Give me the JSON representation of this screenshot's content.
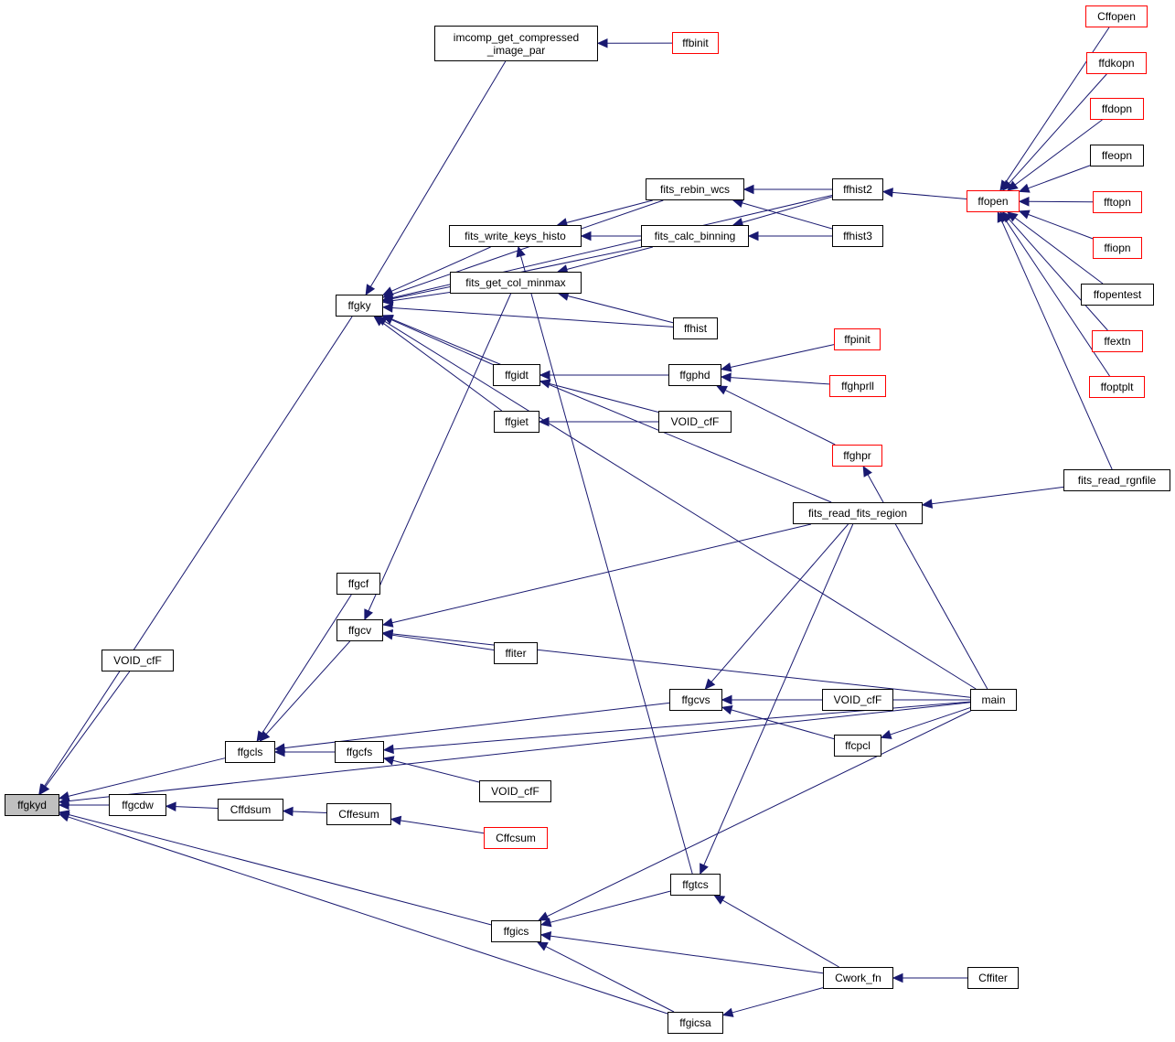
{
  "colors": {
    "edge": "#191970",
    "node_border": "#000000",
    "truncated_border": "#ff0000",
    "root_fill": "#bfbfbf",
    "background": "#ffffff"
  },
  "nodes": [
    {
      "id": "ffgkyd",
      "label": "ffgkyd",
      "style": "root"
    },
    {
      "id": "void_cf_1",
      "label": "VOID_cfF",
      "style": "normal"
    },
    {
      "id": "ffgky",
      "label": "ffgky",
      "style": "normal"
    },
    {
      "id": "ffgcdw",
      "label": "ffgcdw",
      "style": "normal"
    },
    {
      "id": "ffgcls",
      "label": "ffgcls",
      "style": "normal"
    },
    {
      "id": "imcomp",
      "label": "imcomp_get_compressed\n_image_par",
      "style": "normal"
    },
    {
      "id": "ffbinit",
      "label": "ffbinit",
      "style": "truncated"
    },
    {
      "id": "fits_rebin_wcs",
      "label": "fits_rebin_wcs",
      "style": "normal"
    },
    {
      "id": "fits_write_keys_histo",
      "label": "fits_write_keys_histo",
      "style": "normal"
    },
    {
      "id": "fits_calc_binning",
      "label": "fits_calc_binning",
      "style": "normal"
    },
    {
      "id": "fits_get_col_minmax",
      "label": "fits_get_col_minmax",
      "style": "normal"
    },
    {
      "id": "ffhist2",
      "label": "ffhist2",
      "style": "normal"
    },
    {
      "id": "ffhist3",
      "label": "ffhist3",
      "style": "normal"
    },
    {
      "id": "ffhist",
      "label": "ffhist",
      "style": "normal"
    },
    {
      "id": "ffopen",
      "label": "ffopen",
      "style": "truncated"
    },
    {
      "id": "Cffopen",
      "label": "Cffopen",
      "style": "truncated"
    },
    {
      "id": "ffdkopn",
      "label": "ffdkopn",
      "style": "truncated"
    },
    {
      "id": "ffdopn",
      "label": "ffdopn",
      "style": "truncated"
    },
    {
      "id": "ffeopn",
      "label": "ffeopn",
      "style": "normal"
    },
    {
      "id": "fftopn",
      "label": "fftopn",
      "style": "truncated"
    },
    {
      "id": "ffiopn",
      "label": "ffiopn",
      "style": "truncated"
    },
    {
      "id": "ffopentest",
      "label": "ffopentest",
      "style": "normal"
    },
    {
      "id": "ffextn",
      "label": "ffextn",
      "style": "truncated"
    },
    {
      "id": "ffoptplt",
      "label": "ffoptplt",
      "style": "truncated"
    },
    {
      "id": "fits_read_rgnfile",
      "label": "fits_read_rgnfile",
      "style": "normal"
    },
    {
      "id": "ffgidt",
      "label": "ffgidt",
      "style": "normal"
    },
    {
      "id": "ffgiet",
      "label": "ffgiet",
      "style": "normal"
    },
    {
      "id": "ffgphd",
      "label": "ffgphd",
      "style": "normal"
    },
    {
      "id": "void_cf_2",
      "label": "VOID_cfF",
      "style": "normal"
    },
    {
      "id": "ffpinit",
      "label": "ffpinit",
      "style": "truncated"
    },
    {
      "id": "ffghprll",
      "label": "ffghprll",
      "style": "truncated"
    },
    {
      "id": "ffghpr",
      "label": "ffghpr",
      "style": "truncated"
    },
    {
      "id": "fits_read_fits_region",
      "label": "fits_read_fits_region",
      "style": "normal"
    },
    {
      "id": "ffgcf",
      "label": "ffgcf",
      "style": "normal"
    },
    {
      "id": "ffgcv",
      "label": "ffgcv",
      "style": "normal"
    },
    {
      "id": "ffiter",
      "label": "ffiter",
      "style": "normal"
    },
    {
      "id": "ffgcvs",
      "label": "ffgcvs",
      "style": "normal"
    },
    {
      "id": "void_cf_3",
      "label": "VOID_cfF",
      "style": "normal"
    },
    {
      "id": "ffcpcl",
      "label": "ffcpcl",
      "style": "normal"
    },
    {
      "id": "main",
      "label": "main",
      "style": "normal"
    },
    {
      "id": "ffgcfs",
      "label": "ffgcfs",
      "style": "normal"
    },
    {
      "id": "void_cf_4",
      "label": "VOID_cfF",
      "style": "normal"
    },
    {
      "id": "Cffdsum",
      "label": "Cffdsum",
      "style": "normal"
    },
    {
      "id": "Cffesum",
      "label": "Cffesum",
      "style": "normal"
    },
    {
      "id": "Cffcsum",
      "label": "Cffcsum",
      "style": "truncated"
    },
    {
      "id": "ffgtcs",
      "label": "ffgtcs",
      "style": "normal"
    },
    {
      "id": "ffgics",
      "label": "ffgics",
      "style": "normal"
    },
    {
      "id": "ffgicsa",
      "label": "ffgicsa",
      "style": "normal"
    },
    {
      "id": "Cwork_fn",
      "label": "Cwork_fn",
      "style": "normal"
    },
    {
      "id": "Cffiter",
      "label": "Cffiter",
      "style": "normal"
    }
  ],
  "edges": [
    [
      "void_cf_1",
      "ffgkyd"
    ],
    [
      "ffgky",
      "ffgkyd"
    ],
    [
      "ffgcdw",
      "ffgkyd"
    ],
    [
      "ffgcls",
      "ffgkyd"
    ],
    [
      "main",
      "ffgkyd"
    ],
    [
      "ffgics",
      "ffgkyd"
    ],
    [
      "ffgicsa",
      "ffgkyd"
    ],
    [
      "imcomp",
      "ffgky"
    ],
    [
      "ffhist2",
      "ffgky"
    ],
    [
      "fits_rebin_wcs",
      "ffgky"
    ],
    [
      "fits_calc_binning",
      "ffgky"
    ],
    [
      "fits_write_keys_histo",
      "ffgky"
    ],
    [
      "fits_get_col_minmax",
      "ffgky"
    ],
    [
      "ffhist",
      "ffgky"
    ],
    [
      "ffgidt",
      "ffgky"
    ],
    [
      "ffgiet",
      "ffgky"
    ],
    [
      "fits_read_fits_region",
      "ffgky"
    ],
    [
      "main",
      "ffgky"
    ],
    [
      "ffbinit",
      "imcomp"
    ],
    [
      "ffhist2",
      "fits_rebin_wcs"
    ],
    [
      "ffhist3",
      "fits_rebin_wcs"
    ],
    [
      "ffhist2",
      "fits_calc_binning"
    ],
    [
      "ffhist3",
      "fits_calc_binning"
    ],
    [
      "fits_rebin_wcs",
      "fits_write_keys_histo"
    ],
    [
      "ffhist3",
      "fits_write_keys_histo"
    ],
    [
      "ffgtcs",
      "fits_write_keys_histo"
    ],
    [
      "fits_calc_binning",
      "fits_get_col_minmax"
    ],
    [
      "ffhist",
      "fits_get_col_minmax"
    ],
    [
      "ffopen",
      "ffhist2"
    ],
    [
      "Cffopen",
      "ffopen"
    ],
    [
      "ffdkopn",
      "ffopen"
    ],
    [
      "ffdopn",
      "ffopen"
    ],
    [
      "ffeopn",
      "ffopen"
    ],
    [
      "fftopn",
      "ffopen"
    ],
    [
      "ffiopn",
      "ffopen"
    ],
    [
      "ffopentest",
      "ffopen"
    ],
    [
      "ffextn",
      "ffopen"
    ],
    [
      "ffoptplt",
      "ffopen"
    ],
    [
      "fits_read_rgnfile",
      "ffopen"
    ],
    [
      "ffgphd",
      "ffgidt"
    ],
    [
      "void_cf_2",
      "ffgidt"
    ],
    [
      "void_cf_2",
      "ffgiet"
    ],
    [
      "ffpinit",
      "ffgphd"
    ],
    [
      "ffghprll",
      "ffgphd"
    ],
    [
      "ffghpr",
      "ffgphd"
    ],
    [
      "main",
      "ffghpr"
    ],
    [
      "fits_read_rgnfile",
      "fits_read_fits_region"
    ],
    [
      "ffgcf",
      "ffgcls"
    ],
    [
      "ffgcv",
      "ffgcls"
    ],
    [
      "ffgcvs",
      "ffgcls"
    ],
    [
      "ffgcfs",
      "ffgcls"
    ],
    [
      "fits_get_col_minmax",
      "ffgcv"
    ],
    [
      "fits_read_fits_region",
      "ffgcv"
    ],
    [
      "main",
      "ffgcv"
    ],
    [
      "ffiter",
      "ffgcv"
    ],
    [
      "fits_read_fits_region",
      "ffgcvs"
    ],
    [
      "main",
      "ffgcvs"
    ],
    [
      "void_cf_3",
      "ffgcvs"
    ],
    [
      "ffcpcl",
      "ffgcvs"
    ],
    [
      "main",
      "ffcpcl"
    ],
    [
      "main",
      "ffgcfs"
    ],
    [
      "void_cf_4",
      "ffgcfs"
    ],
    [
      "Cffdsum",
      "ffgcdw"
    ],
    [
      "Cffesum",
      "Cffdsum"
    ],
    [
      "Cffcsum",
      "Cffesum"
    ],
    [
      "fits_read_fits_region",
      "ffgtcs"
    ],
    [
      "Cwork_fn",
      "ffgtcs"
    ],
    [
      "ffgtcs",
      "ffgics"
    ],
    [
      "main",
      "ffgics"
    ],
    [
      "Cwork_fn",
      "ffgics"
    ],
    [
      "ffgicsa",
      "ffgics"
    ],
    [
      "Cwork_fn",
      "ffgicsa"
    ],
    [
      "Cffiter",
      "Cwork_fn"
    ]
  ]
}
